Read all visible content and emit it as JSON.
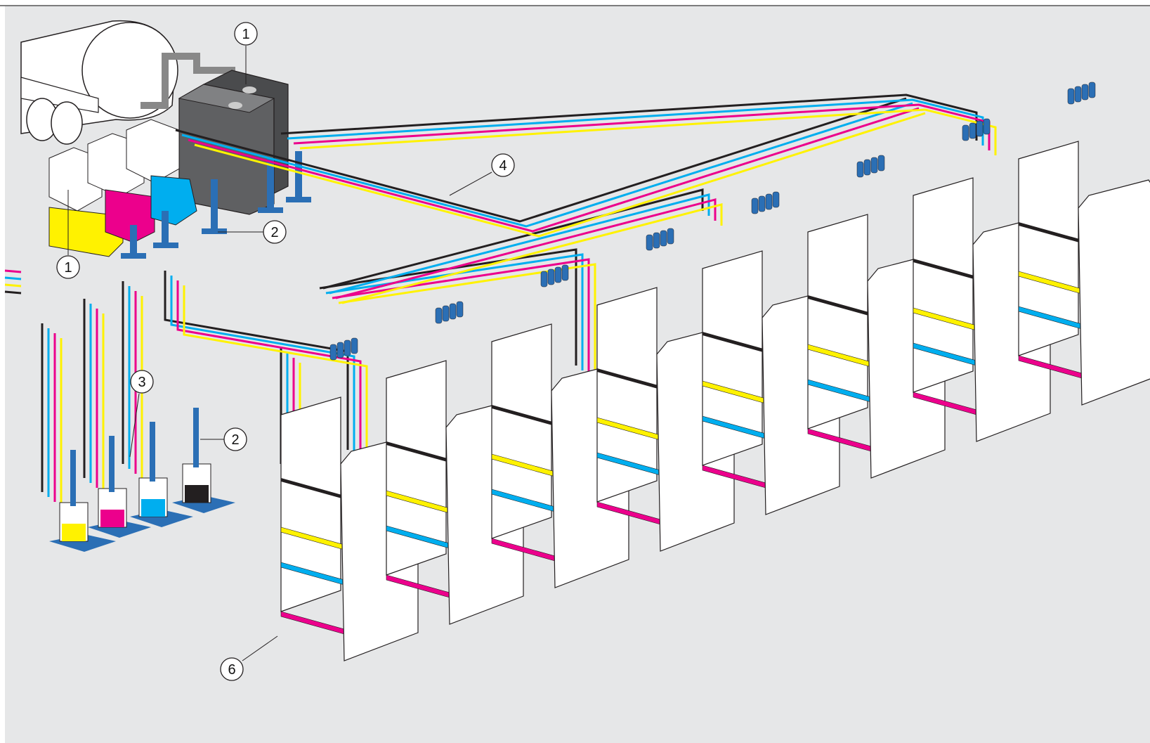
{
  "colors": {
    "background": "#e6e7e8",
    "frame_line": "#555555",
    "black_ink": "#231f20",
    "cyan_ink": "#00aeef",
    "magenta_ink": "#ec008c",
    "yellow_ink": "#fff200",
    "tank_grey": "#5f6062",
    "pump_blue": "#2b6fb5",
    "unit_white": "#ffffff",
    "outline": "#231f20"
  },
  "callouts": [
    {
      "id": "c1a",
      "label": "1"
    },
    {
      "id": "c1b",
      "label": "1"
    },
    {
      "id": "c2a",
      "label": "2"
    },
    {
      "id": "c2b",
      "label": "2"
    },
    {
      "id": "c3",
      "label": "3"
    },
    {
      "id": "c4",
      "label": "4"
    },
    {
      "id": "c6",
      "label": "6"
    }
  ],
  "printing_units": 8,
  "ink_lines": [
    "black",
    "cyan",
    "magenta",
    "yellow"
  ]
}
